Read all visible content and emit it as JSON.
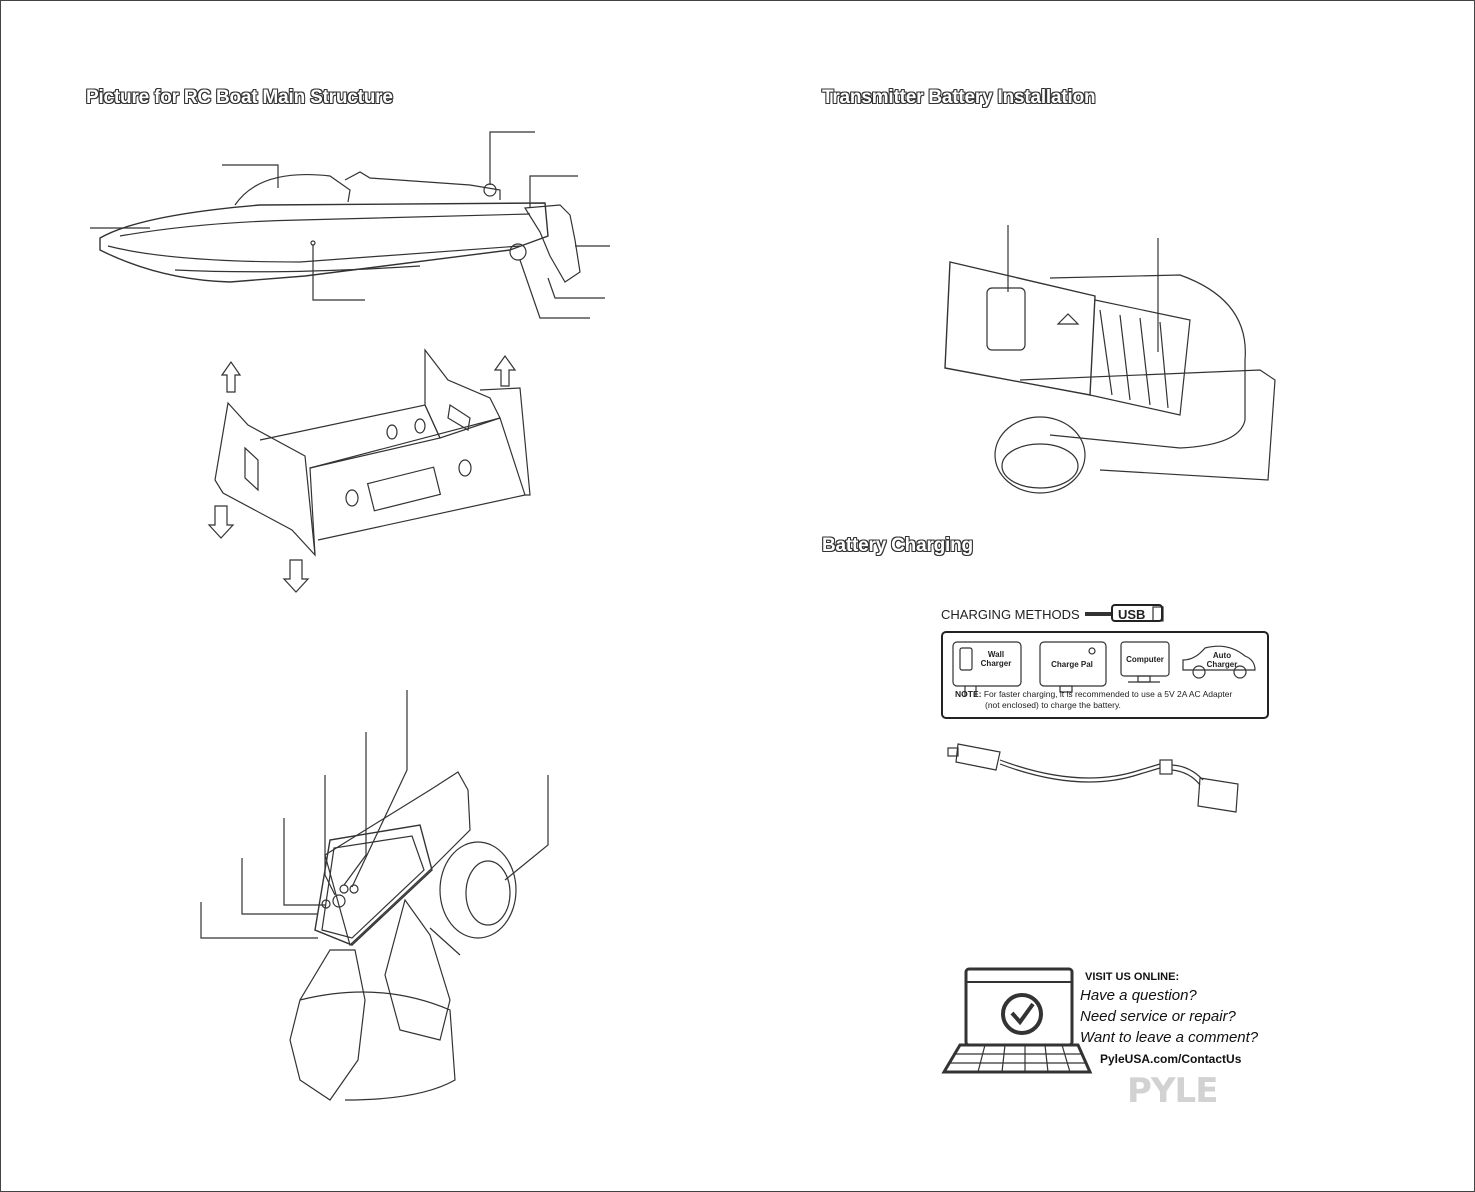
{
  "left_page": {
    "heading": "Picture for RC Boat Main Structure"
  },
  "right_page": {
    "heading_transmitter": "Transmitter Battery Installation",
    "heading_charging": "Battery Charging",
    "charging": {
      "title": "CHARGING METHODS",
      "usb_label": "USB",
      "methods": [
        "Wall Charger",
        "Charge Pal",
        "Computer",
        "Auto Charger"
      ],
      "note_label": "NOTE:",
      "note_line1": "For faster charging, it is recommended to use a 5V 2A AC Adapter",
      "note_line2": "(not enclosed) to charge the battery."
    },
    "support": {
      "visit": "VISIT US ONLINE:",
      "q1": "Have a question?",
      "q2": "Need service or repair?",
      "q3": "Want to leave a comment?",
      "contact": "PyleUSA.com/ContactUs",
      "brand": "PYLE"
    }
  }
}
